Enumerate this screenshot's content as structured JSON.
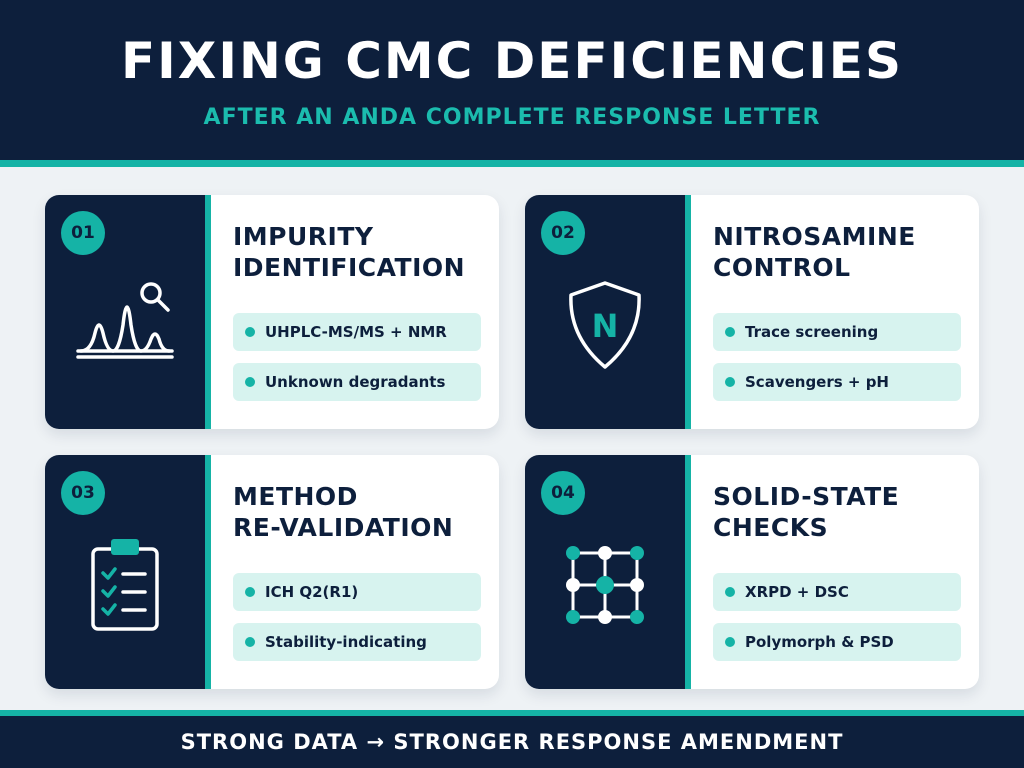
{
  "header": {
    "title": "FIXING CMC DEFICIENCIES",
    "subtitle": "AFTER AN ANDA COMPLETE RESPONSE LETTER"
  },
  "cards": [
    {
      "number": "01",
      "title_line1": "IMPURITY",
      "title_line2": "IDENTIFICATION",
      "icon": "chromatogram-magnifier-icon",
      "bullets": [
        "UHPLC-MS/MS + NMR",
        "Unknown degradants"
      ]
    },
    {
      "number": "02",
      "title_line1": "NITROSAMINE",
      "title_line2": "CONTROL",
      "icon": "shield-n-icon",
      "icon_letter": "N",
      "bullets": [
        "Trace screening",
        "Scavengers + pH"
      ]
    },
    {
      "number": "03",
      "title_line1": "METHOD",
      "title_line2": "RE-VALIDATION",
      "icon": "clipboard-checklist-icon",
      "bullets": [
        "ICH Q2(R1)",
        "Stability-indicating"
      ]
    },
    {
      "number": "04",
      "title_line1": "SOLID-STATE",
      "title_line2": "CHECKS",
      "icon": "crystal-lattice-icon",
      "bullets": [
        "XRPD + DSC",
        "Polymorph & PSD"
      ]
    }
  ],
  "footer": {
    "text": "STRONG DATA  →  STRONGER RESPONSE AMENDMENT"
  },
  "colors": {
    "navy": "#0d1f3c",
    "teal": "#15b3a6",
    "pill_bg": "#d7f3ef",
    "background": "#eef2f5"
  }
}
